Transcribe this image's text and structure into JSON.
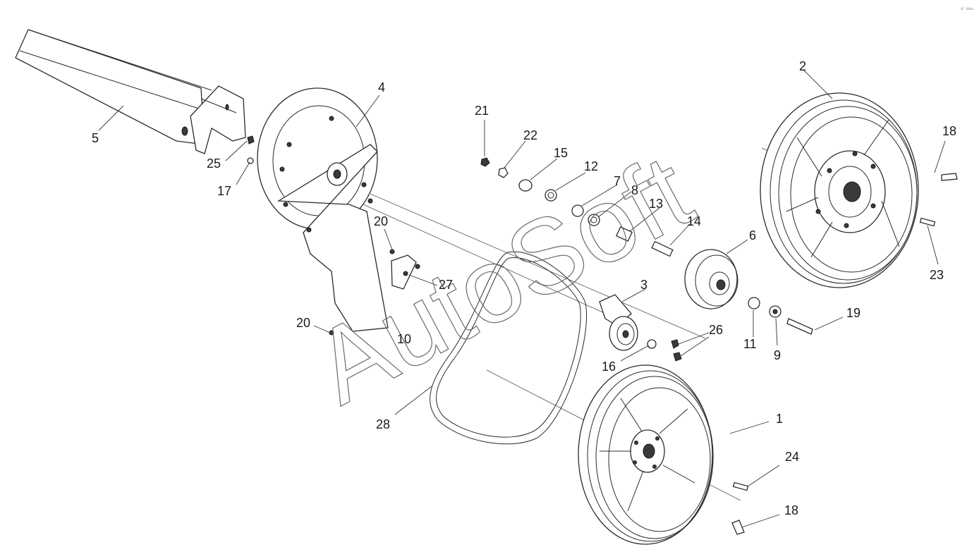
{
  "watermark": "AutoSoft",
  "corner_mark": "a° aaa",
  "callouts": {
    "p1": "1",
    "p2": "2",
    "p3": "3",
    "p4": "4",
    "p5": "5",
    "p6": "6",
    "p7": "7",
    "p8": "8",
    "p9": "9",
    "p10": "10",
    "p11": "11",
    "p12": "12",
    "p13": "13",
    "p14": "14",
    "p15": "15",
    "p16": "16",
    "p17": "17",
    "p18a": "18",
    "p18b": "18",
    "p19": "19",
    "p20a": "20",
    "p20b": "20",
    "p21": "21",
    "p22": "22",
    "p23": "23",
    "p24": "24",
    "p25": "25",
    "p26": "26",
    "p27": "27",
    "p28": "28"
  }
}
